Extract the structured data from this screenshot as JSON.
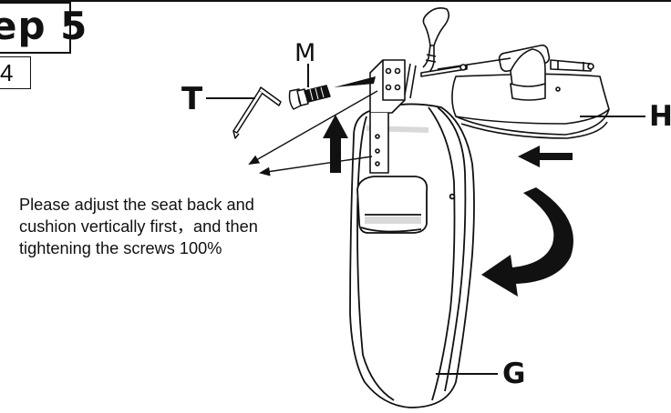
{
  "step": {
    "title": "ep 5",
    "sub": "4"
  },
  "labels": {
    "t": "T",
    "m": "M",
    "h": "H",
    "g": "G"
  },
  "instruction": {
    "line1": "Please adjust the seat back and",
    "line2": "cushion vertically first，and then",
    "line3": "tightening the screws 100%"
  },
  "colors": {
    "ink": "#111111",
    "paper": "#ffffff",
    "shade": "#d9d9d9"
  }
}
